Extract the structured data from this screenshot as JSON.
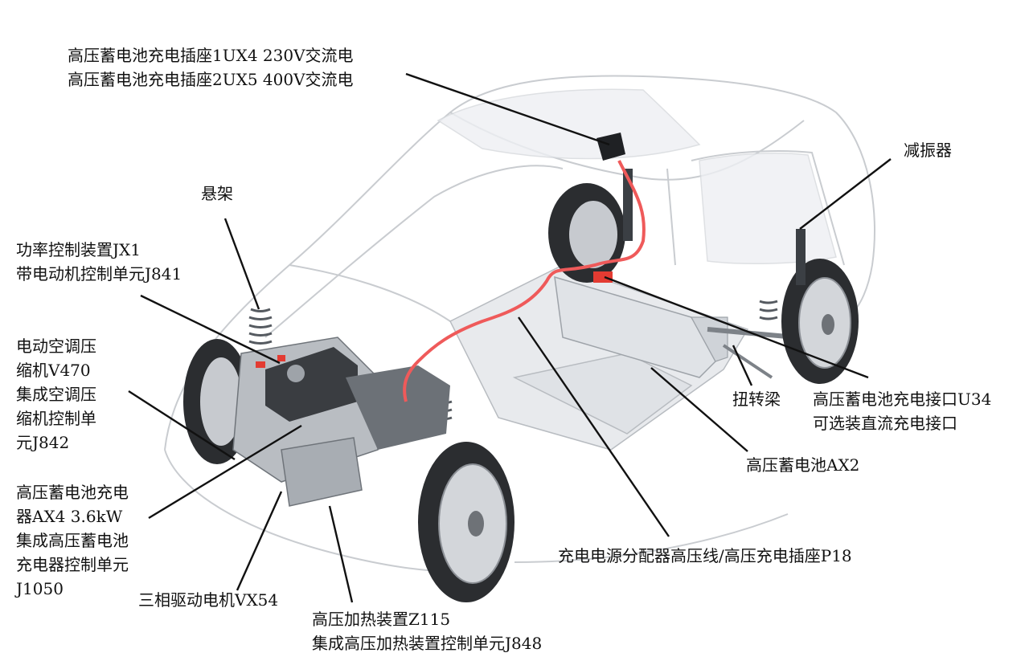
{
  "labels": {
    "charge_socket": [
      "高压蓄电池充电插座1UX4 230V交流电",
      "高压蓄电池充电插座2UX5 400V交流电"
    ],
    "shock_absorber": [
      "减振器"
    ],
    "suspension": [
      "悬架"
    ],
    "power_control": [
      "功率控制装置JX1",
      "带电动机控制单元J841"
    ],
    "ac_compressor": [
      "电动空调压",
      "缩机V470",
      "集成空调压",
      "缩机控制单",
      "元J842"
    ],
    "charger": [
      "高压蓄电池充电",
      "器AX4 3.6kW",
      "集成高压蓄电池",
      "充电器控制单元",
      "J1050"
    ],
    "drive_motor": [
      "三相驱动电机VX54"
    ],
    "heater": [
      "高压加热装置Z115",
      "集成高压加热装置控制单元J848"
    ],
    "hv_cable": [
      "充电电源分配器高压线/高压充电插座P18"
    ],
    "battery": [
      "高压蓄电池AX2"
    ],
    "torsion_beam": [
      "扭转梁"
    ],
    "dc_port": [
      "高压蓄电池充电接口U34",
      "可选装直流充电接口"
    ]
  }
}
